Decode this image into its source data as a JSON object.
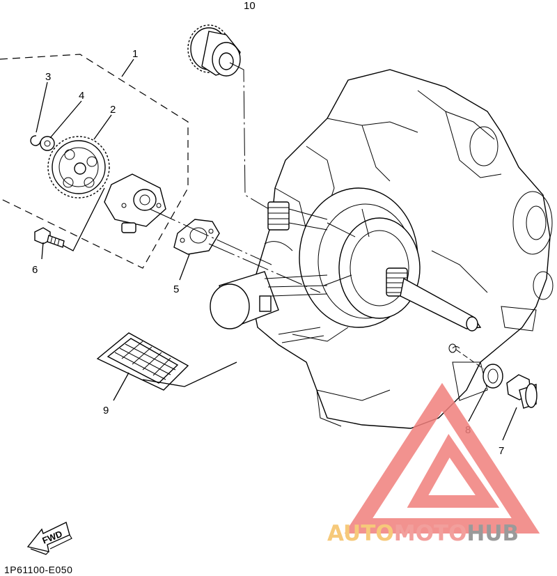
{
  "diagram": {
    "callouts": [
      {
        "id": "1",
        "label": "1"
      },
      {
        "id": "2",
        "label": "2"
      },
      {
        "id": "3",
        "label": "3"
      },
      {
        "id": "4",
        "label": "4"
      },
      {
        "id": "5",
        "label": "5"
      },
      {
        "id": "6",
        "label": "6"
      },
      {
        "id": "7",
        "label": "7"
      },
      {
        "id": "8",
        "label": "8"
      },
      {
        "id": "9",
        "label": "9"
      },
      {
        "id": "10",
        "label": "10"
      }
    ],
    "fwd_label": "FWD",
    "drawing_code": "1P61100-E050",
    "callout_8_color": "#e0201c"
  },
  "watermark": {
    "part1": "AUTO",
    "part2": "MOTO",
    "part3": "HUB",
    "color1": "#f6c97a",
    "color2": "#f29f9c",
    "color3": "#9a9a9a",
    "logo_color": "#f07f7c"
  }
}
